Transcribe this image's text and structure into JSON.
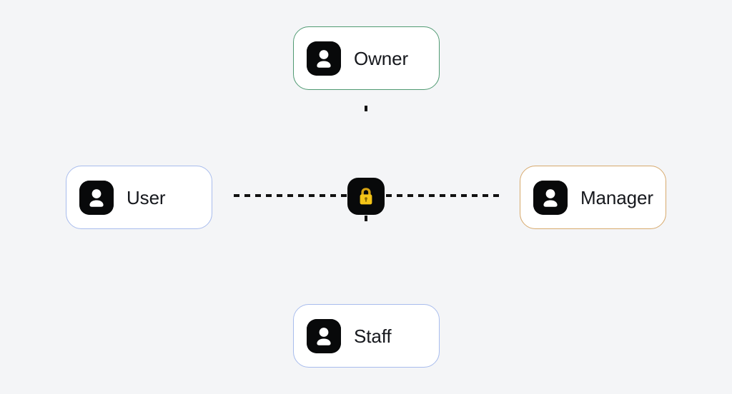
{
  "diagram": {
    "background_color": "#f4f5f7",
    "center": {
      "icon": "lock-icon",
      "icon_tile_color": "#08090a",
      "lock_color": "#f5c518"
    },
    "nodes": [
      {
        "id": "owner",
        "label": "Owner",
        "icon": "person-avatar-icon",
        "border_color": "#4f9a72",
        "position": "top"
      },
      {
        "id": "user",
        "label": "User",
        "icon": "person-avatar-icon",
        "border_color": "#a8bced",
        "position": "left"
      },
      {
        "id": "manager",
        "label": "Manager",
        "icon": "person-avatar-icon",
        "border_color": "#d7a96c",
        "position": "right"
      },
      {
        "id": "staff",
        "label": "Staff",
        "icon": "person-avatar-icon",
        "border_color": "#a8bced",
        "position": "bottom"
      }
    ],
    "connectors": [
      {
        "id": "left",
        "from": "user",
        "to": "center",
        "style": "dashed",
        "color": "#111111"
      },
      {
        "id": "right",
        "from": "center",
        "to": "manager",
        "style": "dashed",
        "color": "#111111"
      },
      {
        "id": "top",
        "from": "owner",
        "to": "center",
        "style": "dashed",
        "color": "#111111"
      },
      {
        "id": "bottom",
        "from": "center",
        "to": "staff",
        "style": "dashed",
        "color": "#111111"
      }
    ]
  }
}
